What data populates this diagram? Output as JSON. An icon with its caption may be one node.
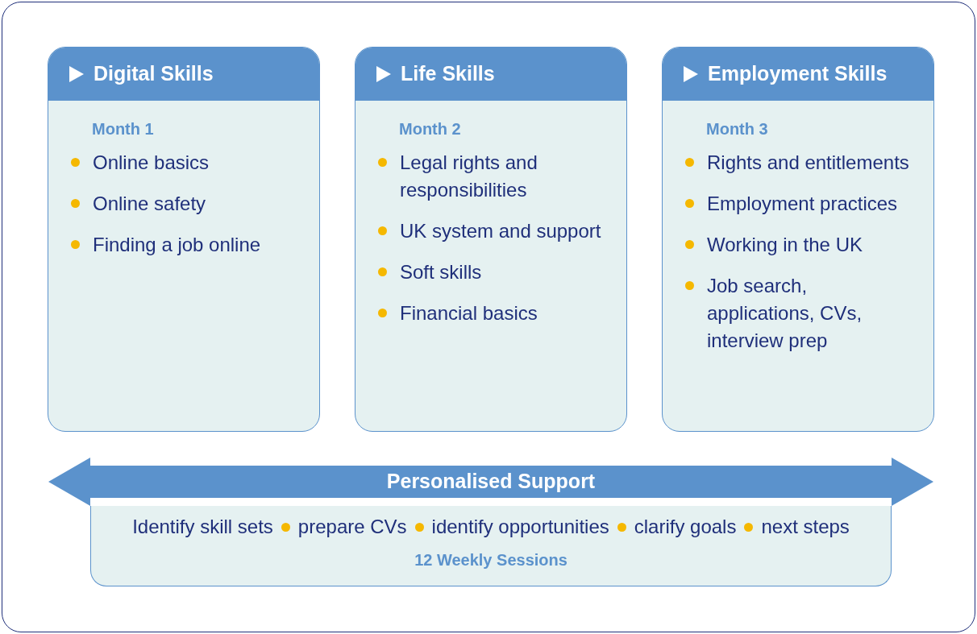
{
  "diagram": {
    "nodes": [
      {
        "text": [
          "Digital Skills",
          "Month 1",
          "Online basics",
          "Online safety",
          "Finding a job online"
        ]
      },
      {
        "text": [
          "Life Skills",
          "Month 2",
          "Legal rights and responsibilities",
          "UK system and support",
          "Soft skills",
          "Financial basics"
        ]
      },
      {
        "text": [
          "Employment Skills",
          "Month 3",
          "Rights and entitlements",
          "Employment practices",
          "Working in the UK",
          "Job search, applications, CVs, interview prep"
        ]
      },
      {
        "text": [
          "Personalised Support"
        ]
      },
      {
        "text": [
          "Identify skill sets",
          "prepare CVs",
          "identify opportunities",
          "clarify goals",
          "next steps",
          "12 Weekly Sessions"
        ]
      }
    ]
  }
}
